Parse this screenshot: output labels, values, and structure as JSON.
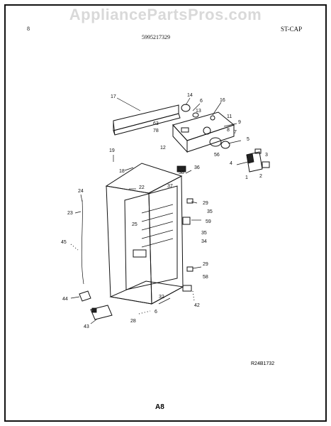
{
  "watermark": "AppliancePartsPros.com",
  "header": {
    "left": "8",
    "center": "5995217329",
    "right": "ST-CAP"
  },
  "diagram_code": "R24B1732",
  "page_label": "A8",
  "callouts": [
    "17",
    "14",
    "6",
    "13",
    "16",
    "11",
    "9",
    "8",
    "7",
    "5",
    "12",
    "63",
    "78",
    "56",
    "3",
    "4",
    "1",
    "2",
    "19",
    "18",
    "38",
    "36",
    "22",
    "37",
    "24",
    "29",
    "35",
    "23",
    "59",
    "25",
    "35",
    "34",
    "45",
    "29",
    "58",
    "32",
    "44",
    "42",
    "6",
    "43",
    "28"
  ]
}
